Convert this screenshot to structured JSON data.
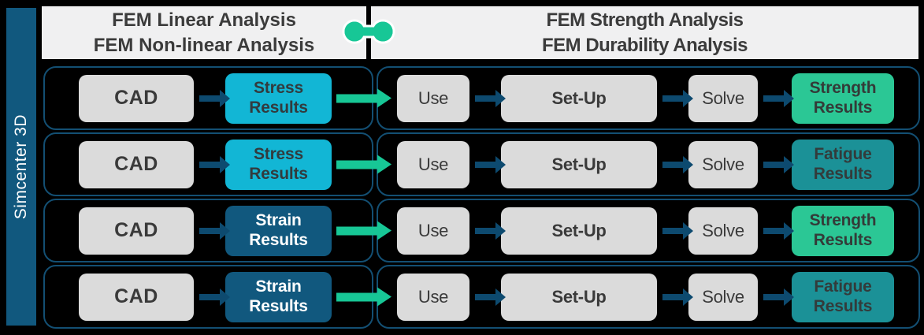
{
  "sidebar": {
    "label": "Simcenter 3D"
  },
  "header": {
    "left": {
      "line1": "FEM Linear Analysis",
      "line2": "FEM Non-linear Analysis"
    },
    "right": {
      "line1": "FEM Strength Analysis",
      "line2": "FEM Durability Analysis"
    }
  },
  "icons": {
    "connector": "dumbbell-link-icon",
    "arrow": "arrow-right-icon"
  },
  "colors": {
    "background": "#000000",
    "sidebar_blue": "#11587E",
    "header_bg": "#F0F0F1",
    "header_text": "#3B3B3B",
    "panel_border": "#134F73",
    "box_gray": "#DBDBDB",
    "box_text_dark": "#3A3A3A",
    "cyan": "#12B6D5",
    "dark_blue": "#11587E",
    "green": "#2BC795",
    "teal": "#1B9197",
    "arrow_dark": "#0D4A6F",
    "arrow_green": "#17C796",
    "white": "#FFFFFF"
  },
  "rows": [
    {
      "cad": "CAD",
      "result_left": "Stress\nResults",
      "result_left_style": "cyan",
      "use": "Use",
      "setup": "Set-Up",
      "solve": "Solve",
      "result_right": "Strength\nResults",
      "result_right_style": "green"
    },
    {
      "cad": "CAD",
      "result_left": "Stress\nResults",
      "result_left_style": "cyan",
      "use": "Use",
      "setup": "Set-Up",
      "solve": "Solve",
      "result_right": "Fatigue\nResults",
      "result_right_style": "teal"
    },
    {
      "cad": "CAD",
      "result_left": "Strain\nResults",
      "result_left_style": "darkblue",
      "use": "Use",
      "setup": "Set-Up",
      "solve": "Solve",
      "result_right": "Strength\nResults",
      "result_right_style": "green"
    },
    {
      "cad": "CAD",
      "result_left": "Strain\nResults",
      "result_left_style": "darkblue",
      "use": "Use",
      "setup": "Set-Up",
      "solve": "Solve",
      "result_right": "Fatigue\nResults",
      "result_right_style": "teal"
    }
  ]
}
